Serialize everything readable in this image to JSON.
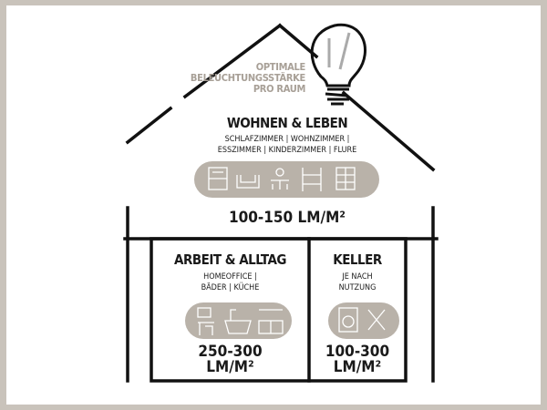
{
  "title": {
    "line1": "OPTIMALE",
    "line2": "BELEUCHTUNGSSTÄRKE",
    "line3": "PRO RAUM"
  },
  "colors": {
    "frame": "#c9c3bb",
    "pill": "#b9b2a9",
    "accent_text": "#a79f96",
    "lines": "#111111"
  },
  "rooms": [
    {
      "heading": "WOHNEN & LEBEN",
      "sub1": "SCHLAFZIMMER | WOHNZIMMER |",
      "sub2": "ESSZIMMER | KINDERZIMMER | FLURE",
      "value": "100-150 LM/M²",
      "icons": [
        "bed-icon",
        "sofa-icon",
        "dining-table-icon",
        "bunk-bed-icon",
        "shelf-icon"
      ]
    },
    {
      "heading": "ARBEIT & ALLTAG",
      "sub1": "HOMEOFFICE |",
      "sub2": "BÄDER | KÜCHE",
      "value1": "250-300",
      "value2": "LM/M²",
      "icons": [
        "desk-icon",
        "bathtub-icon",
        "kitchen-icon"
      ]
    },
    {
      "heading": "KELLER",
      "sub1": "JE NACH",
      "sub2": "NUTZUNG",
      "value1": "100-300",
      "value2": "LM/M²",
      "icons": [
        "washing-machine-icon",
        "tools-icon"
      ]
    }
  ]
}
